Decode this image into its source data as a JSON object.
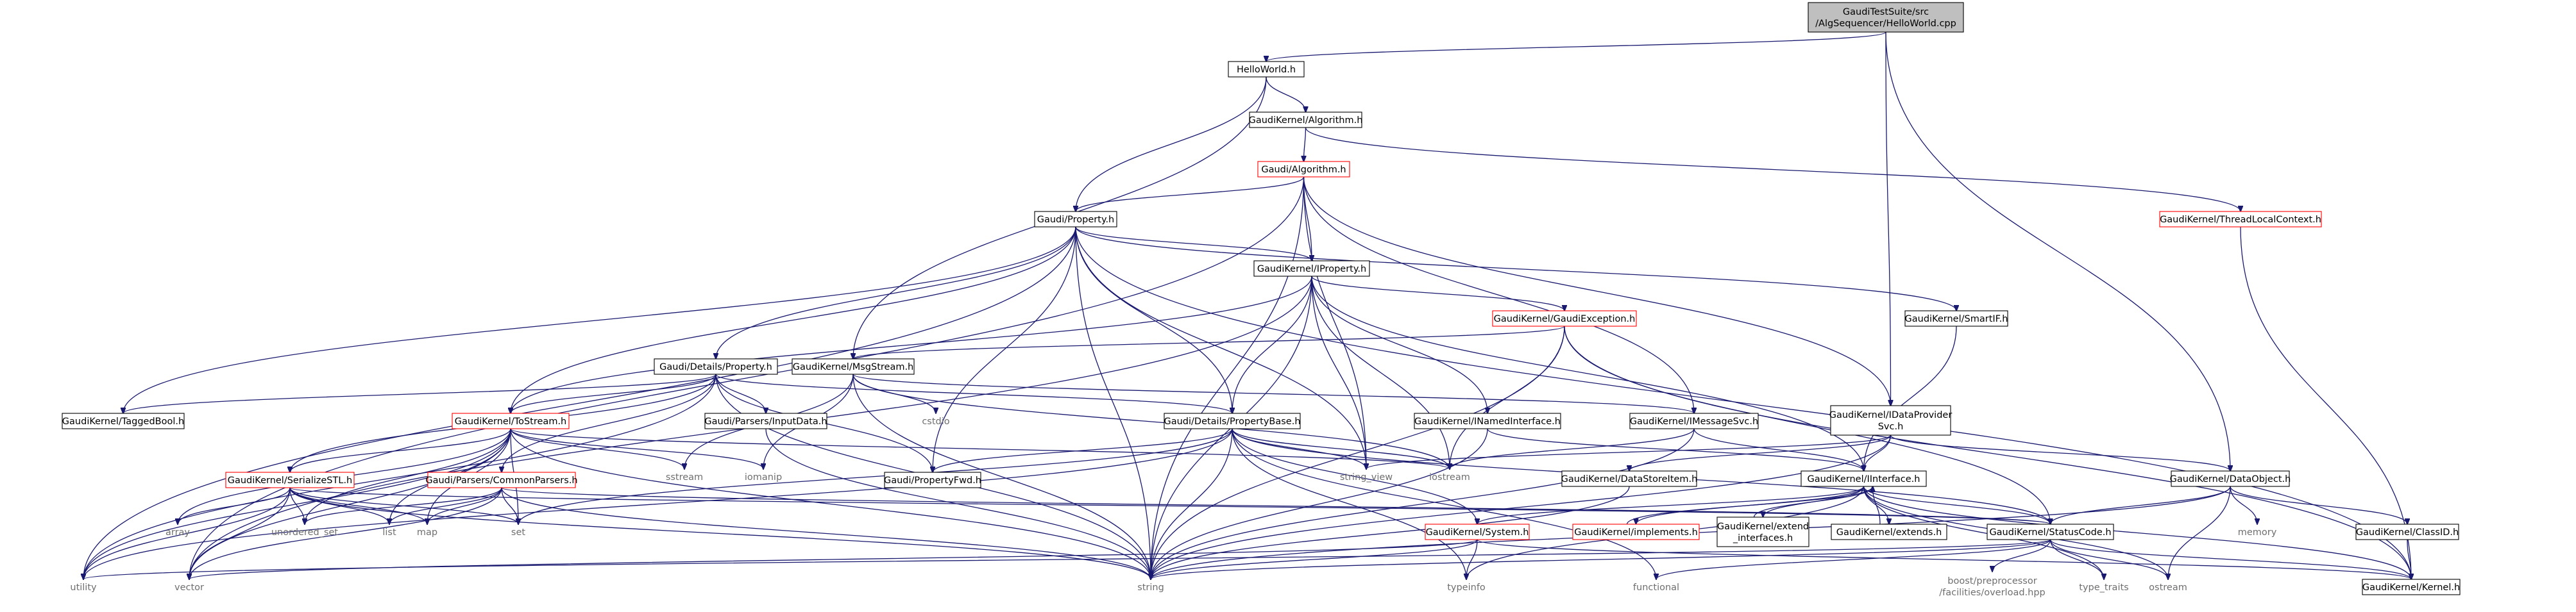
{
  "diagram": {
    "nodes": [
      {
        "id": "root",
        "lines": [
          "GaudiTestSuite/src",
          "/AlgSequencer/HelloWorld.cpp"
        ],
        "kind": "root"
      },
      {
        "id": "helloworld",
        "lines": [
          "HelloWorld.h"
        ],
        "kind": "file"
      },
      {
        "id": "kalgorithm",
        "lines": [
          "GaudiKernel/Algorithm.h"
        ],
        "kind": "file"
      },
      {
        "id": "galgorithm",
        "lines": [
          "Gaudi/Algorithm.h"
        ],
        "kind": "red"
      },
      {
        "id": "threadlocal",
        "lines": [
          "GaudiKernel/ThreadLocalContext.h"
        ],
        "kind": "red"
      },
      {
        "id": "gproperty",
        "lines": [
          "Gaudi/Property.h"
        ],
        "kind": "file"
      },
      {
        "id": "iproperty",
        "lines": [
          "GaudiKernel/IProperty.h"
        ],
        "kind": "file"
      },
      {
        "id": "gaudiexc",
        "lines": [
          "GaudiKernel/GaudiException.h"
        ],
        "kind": "red"
      },
      {
        "id": "smartif",
        "lines": [
          "GaudiKernel/SmartIF.h"
        ],
        "kind": "file"
      },
      {
        "id": "detprop",
        "lines": [
          "Gaudi/Details/Property.h"
        ],
        "kind": "file"
      },
      {
        "id": "msgstream",
        "lines": [
          "GaudiKernel/MsgStream.h"
        ],
        "kind": "file"
      },
      {
        "id": "taggedbool",
        "lines": [
          "GaudiKernel/TaggedBool.h"
        ],
        "kind": "file"
      },
      {
        "id": "tostream",
        "lines": [
          "GaudiKernel/ToStream.h"
        ],
        "kind": "red"
      },
      {
        "id": "inputdata",
        "lines": [
          "Gaudi/Parsers/InputData.h"
        ],
        "kind": "file"
      },
      {
        "id": "detpropbase",
        "lines": [
          "Gaudi/Details/PropertyBase.h"
        ],
        "kind": "file"
      },
      {
        "id": "inamed",
        "lines": [
          "GaudiKernel/INamedInterface.h"
        ],
        "kind": "file"
      },
      {
        "id": "imessagesvc",
        "lines": [
          "GaudiKernel/IMessageSvc.h"
        ],
        "kind": "file"
      },
      {
        "id": "idataprov",
        "lines": [
          "GaudiKernel/IDataProvider",
          "Svc.h"
        ],
        "kind": "file"
      },
      {
        "id": "dataobject",
        "lines": [
          "GaudiKernel/DataObject.h"
        ],
        "kind": "file"
      },
      {
        "id": "serializestl",
        "lines": [
          "GaudiKernel/SerializeSTL.h"
        ],
        "kind": "red"
      },
      {
        "id": "commonparsers",
        "lines": [
          "Gaudi/Parsers/CommonParsers.h"
        ],
        "kind": "red"
      },
      {
        "id": "propertyfwd",
        "lines": [
          "Gaudi/PropertyFwd.h"
        ],
        "kind": "file"
      },
      {
        "id": "datastoreitem",
        "lines": [
          "GaudiKernel/DataStoreItem.h"
        ],
        "kind": "file"
      },
      {
        "id": "iinterface",
        "lines": [
          "GaudiKernel/IInterface.h"
        ],
        "kind": "file"
      },
      {
        "id": "system",
        "lines": [
          "GaudiKernel/System.h"
        ],
        "kind": "red"
      },
      {
        "id": "implements",
        "lines": [
          "GaudiKernel/implements.h"
        ],
        "kind": "red"
      },
      {
        "id": "extendinterfaces",
        "lines": [
          "GaudiKernel/extend",
          "_interfaces.h"
        ],
        "kind": "file"
      },
      {
        "id": "extends",
        "lines": [
          "GaudiKernel/extends.h"
        ],
        "kind": "file"
      },
      {
        "id": "statuscode",
        "lines": [
          "GaudiKernel/StatusCode.h"
        ],
        "kind": "file"
      },
      {
        "id": "classid",
        "lines": [
          "GaudiKernel/ClassID.h"
        ],
        "kind": "file"
      },
      {
        "id": "kernel",
        "lines": [
          "GaudiKernel/Kernel.h"
        ],
        "kind": "file"
      },
      {
        "id": "cstdio",
        "lines": [
          "cstdio"
        ],
        "kind": "sys"
      },
      {
        "id": "sstream",
        "lines": [
          "sstream"
        ],
        "kind": "sys"
      },
      {
        "id": "iomanip",
        "lines": [
          "iomanip"
        ],
        "kind": "sys"
      },
      {
        "id": "string_view",
        "lines": [
          "string_view"
        ],
        "kind": "sys"
      },
      {
        "id": "iostream",
        "lines": [
          "iostream"
        ],
        "kind": "sys"
      },
      {
        "id": "memory",
        "lines": [
          "memory"
        ],
        "kind": "sys"
      },
      {
        "id": "array",
        "lines": [
          "array"
        ],
        "kind": "sys"
      },
      {
        "id": "unordered_set",
        "lines": [
          "unordered_set"
        ],
        "kind": "sys"
      },
      {
        "id": "list",
        "lines": [
          "list"
        ],
        "kind": "sys"
      },
      {
        "id": "map",
        "lines": [
          "map"
        ],
        "kind": "sys"
      },
      {
        "id": "set",
        "lines": [
          "set"
        ],
        "kind": "sys"
      },
      {
        "id": "utility",
        "lines": [
          "utility"
        ],
        "kind": "sys"
      },
      {
        "id": "vector",
        "lines": [
          "vector"
        ],
        "kind": "sys"
      },
      {
        "id": "string",
        "lines": [
          "string"
        ],
        "kind": "sys"
      },
      {
        "id": "typeinfo",
        "lines": [
          "typeinfo"
        ],
        "kind": "sys"
      },
      {
        "id": "functional",
        "lines": [
          "functional"
        ],
        "kind": "sys"
      },
      {
        "id": "boostoverload",
        "lines": [
          "boost/preprocessor",
          "/facilities/overload.hpp"
        ],
        "kind": "sys"
      },
      {
        "id": "type_traits",
        "lines": [
          "type_traits"
        ],
        "kind": "sys"
      },
      {
        "id": "ostream",
        "lines": [
          "ostream"
        ],
        "kind": "sys"
      }
    ],
    "edges": [
      [
        "root",
        "helloworld"
      ],
      [
        "root",
        "idataprov"
      ],
      [
        "root",
        "dataobject"
      ],
      [
        "helloworld",
        "kalgorithm"
      ],
      [
        "helloworld",
        "gproperty"
      ],
      [
        "helloworld",
        "msgstream"
      ],
      [
        "kalgorithm",
        "galgorithm"
      ],
      [
        "kalgorithm",
        "threadlocal"
      ],
      [
        "threadlocal",
        "kernel"
      ],
      [
        "galgorithm",
        "gproperty"
      ],
      [
        "galgorithm",
        "iproperty"
      ],
      [
        "galgorithm",
        "imessagesvc"
      ],
      [
        "galgorithm",
        "idataprov"
      ],
      [
        "galgorithm",
        "string"
      ],
      [
        "galgorithm",
        "vector"
      ],
      [
        "galgorithm",
        "string_view"
      ],
      [
        "gproperty",
        "iproperty"
      ],
      [
        "gproperty",
        "detprop"
      ],
      [
        "gproperty",
        "detpropbase"
      ],
      [
        "gproperty",
        "tostream"
      ],
      [
        "gproperty",
        "taggedbool"
      ],
      [
        "gproperty",
        "smartif"
      ],
      [
        "gproperty",
        "kernel"
      ],
      [
        "gproperty",
        "propertyfwd"
      ],
      [
        "gproperty",
        "string"
      ],
      [
        "gproperty",
        "string_view"
      ],
      [
        "gproperty",
        "utility"
      ],
      [
        "iproperty",
        "detpropbase"
      ],
      [
        "iproperty",
        "gaudiexc"
      ],
      [
        "iproperty",
        "iinterface"
      ],
      [
        "iproperty",
        "inamed"
      ],
      [
        "iproperty",
        "iostream"
      ],
      [
        "iproperty",
        "string"
      ],
      [
        "iproperty",
        "string_view"
      ],
      [
        "iproperty",
        "vector"
      ],
      [
        "iproperty",
        "tostream"
      ],
      [
        "gaudiexc",
        "msgstream"
      ],
      [
        "gaudiexc",
        "statuscode"
      ],
      [
        "gaudiexc",
        "kernel"
      ],
      [
        "gaudiexc",
        "iostream"
      ],
      [
        "gaudiexc",
        "string"
      ],
      [
        "smartif",
        "iinterface"
      ],
      [
        "detprop",
        "detpropbase"
      ],
      [
        "detprop",
        "tostream"
      ],
      [
        "detprop",
        "serializestl"
      ],
      [
        "detprop",
        "inputdata"
      ],
      [
        "detprop",
        "commonparsers"
      ],
      [
        "detprop",
        "taggedbool"
      ],
      [
        "detprop",
        "propertyfwd"
      ],
      [
        "detprop",
        "string"
      ],
      [
        "detprop",
        "utility"
      ],
      [
        "msgstream",
        "imessagesvc"
      ],
      [
        "msgstream",
        "cstdio"
      ],
      [
        "msgstream",
        "sstream"
      ],
      [
        "msgstream",
        "iomanip"
      ],
      [
        "msgstream",
        "string"
      ],
      [
        "msgstream",
        "iostream"
      ],
      [
        "tostream",
        "serializestl"
      ],
      [
        "tostream",
        "sstream"
      ],
      [
        "tostream",
        "iomanip"
      ],
      [
        "tostream",
        "array"
      ],
      [
        "tostream",
        "list"
      ],
      [
        "tostream",
        "map"
      ],
      [
        "tostream",
        "set"
      ],
      [
        "tostream",
        "unordered_set"
      ],
      [
        "tostream",
        "utility"
      ],
      [
        "tostream",
        "vector"
      ],
      [
        "tostream",
        "string"
      ],
      [
        "tostream",
        "iostream"
      ],
      [
        "inputdata",
        "string"
      ],
      [
        "detpropbase",
        "propertyfwd"
      ],
      [
        "detpropbase",
        "statuscode"
      ],
      [
        "detpropbase",
        "system"
      ],
      [
        "detpropbase",
        "string"
      ],
      [
        "detpropbase",
        "string_view"
      ],
      [
        "detpropbase",
        "iostream"
      ],
      [
        "detpropbase",
        "set"
      ],
      [
        "detpropbase",
        "typeinfo"
      ],
      [
        "detpropbase",
        "functional"
      ],
      [
        "detpropbase",
        "utility"
      ],
      [
        "inamed",
        "iinterface"
      ],
      [
        "inamed",
        "string"
      ],
      [
        "imessagesvc",
        "iinterface"
      ],
      [
        "imessagesvc",
        "string"
      ],
      [
        "imessagesvc",
        "iostream"
      ],
      [
        "idataprov",
        "iinterface"
      ],
      [
        "idataprov",
        "datastoreitem"
      ],
      [
        "idataprov",
        "dataobject"
      ],
      [
        "idataprov",
        "string"
      ],
      [
        "idataprov",
        "string_view"
      ],
      [
        "dataobject",
        "statuscode"
      ],
      [
        "dataobject",
        "classid"
      ],
      [
        "dataobject",
        "memory"
      ],
      [
        "dataobject",
        "ostream"
      ],
      [
        "dataobject",
        "string"
      ],
      [
        "serializestl",
        "statuscode"
      ],
      [
        "serializestl",
        "array"
      ],
      [
        "serializestl",
        "list"
      ],
      [
        "serializestl",
        "map"
      ],
      [
        "serializestl",
        "set"
      ],
      [
        "serializestl",
        "unordered_set"
      ],
      [
        "serializestl",
        "utility"
      ],
      [
        "serializestl",
        "vector"
      ],
      [
        "serializestl",
        "string"
      ],
      [
        "commonparsers",
        "statuscode"
      ],
      [
        "commonparsers",
        "unordered_set"
      ],
      [
        "commonparsers",
        "list"
      ],
      [
        "commonparsers",
        "map"
      ],
      [
        "commonparsers",
        "set"
      ],
      [
        "commonparsers",
        "vector"
      ],
      [
        "commonparsers",
        "string"
      ],
      [
        "datastoreitem",
        "string"
      ],
      [
        "iinterface",
        "system"
      ],
      [
        "iinterface",
        "statuscode"
      ],
      [
        "iinterface",
        "kernel"
      ],
      [
        "iinterface",
        "implements"
      ],
      [
        "iinterface",
        "extendinterfaces"
      ],
      [
        "iinterface",
        "extends"
      ],
      [
        "iinterface",
        "typeinfo"
      ],
      [
        "iinterface",
        "ostream"
      ],
      [
        "iinterface",
        "type_traits"
      ],
      [
        "system",
        "kernel"
      ],
      [
        "system",
        "string"
      ],
      [
        "system",
        "typeinfo"
      ],
      [
        "system",
        "vector"
      ],
      [
        "implements",
        "iinterface"
      ],
      [
        "extendinterfaces",
        "iinterface"
      ],
      [
        "extends",
        "iinterface"
      ],
      [
        "statuscode",
        "kernel"
      ],
      [
        "statuscode",
        "boostoverload"
      ],
      [
        "statuscode",
        "ostream"
      ],
      [
        "statuscode",
        "type_traits"
      ],
      [
        "statuscode",
        "functional"
      ],
      [
        "statuscode",
        "utility"
      ],
      [
        "statuscode",
        "string"
      ],
      [
        "classid",
        "kernel"
      ]
    ]
  }
}
